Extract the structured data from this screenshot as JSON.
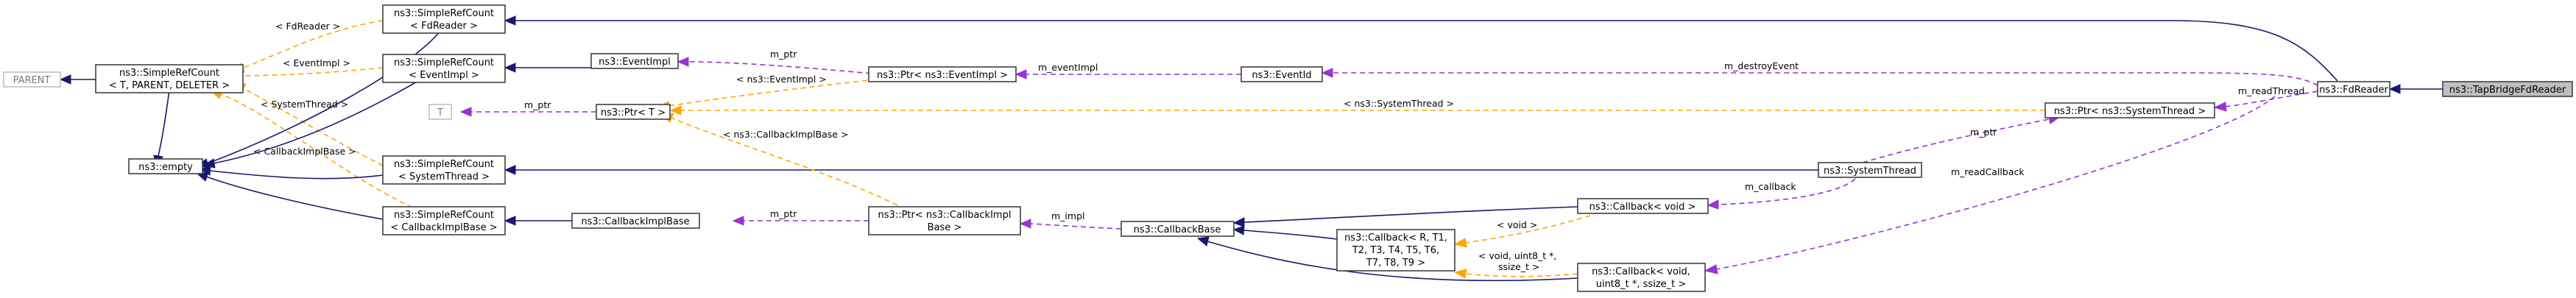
{
  "nodes": {
    "tap_bridge_fd_reader": [
      "ns3::TapBridgeFdReader"
    ],
    "fd_reader": [
      "ns3::FdReader"
    ],
    "src_fdreader": [
      "ns3::SimpleRefCount",
      "< FdReader >"
    ],
    "src_eventimpl": [
      "ns3::SimpleRefCount",
      "< EventImpl >"
    ],
    "src_generic": [
      "ns3::SimpleRefCount",
      "< T, PARENT, DELETER >"
    ],
    "parent": [
      "PARENT"
    ],
    "empty": [
      "ns3::empty"
    ],
    "t": [
      "T"
    ],
    "ptr_t": [
      "ns3::Ptr< T >"
    ],
    "event_impl": [
      "ns3::EventImpl"
    ],
    "ptr_eventimpl": [
      "ns3::Ptr< ns3::EventImpl >"
    ],
    "event_id": [
      "ns3::EventId"
    ],
    "ptr_systemthread": [
      "ns3::Ptr< ns3::SystemThread >"
    ],
    "system_thread": [
      "ns3::SystemThread"
    ],
    "src_systemthread": [
      "ns3::SimpleRefCount",
      "< SystemThread >"
    ],
    "src_callbackimplbase": [
      "ns3::SimpleRefCount",
      "< CallbackImplBase >"
    ],
    "callback_impl_base": [
      "ns3::CallbackImplBase"
    ],
    "ptr_callbackimplbase": [
      "ns3::Ptr< ns3::CallbackImpl",
      "Base >"
    ],
    "callback_base": [
      "ns3::CallbackBase"
    ],
    "callback_generic": [
      "ns3::Callback< R, T1,",
      "T2, T3, T4, T5, T6,",
      "T7, T8, T9 >"
    ],
    "callback_void": [
      "ns3::Callback< void >"
    ],
    "callback_void_uint8": [
      "ns3::Callback< void,",
      "uint8_t *, ssize_t >"
    ]
  },
  "edge_labels": {
    "fdreader": "< FdReader >",
    "eventimpl": "< EventImpl >",
    "systemthread": "< SystemThread >",
    "callbackimplbase": "< CallbackImplBase >",
    "m_ptr_eventimpl": "m_ptr",
    "m_eventimpl": "m_eventImpl",
    "m_destroyevent": "m_destroyEvent",
    "ptr_eventimpl_tmpl": "< ns3::EventImpl >",
    "m_ptr_t": "m_ptr",
    "ptr_systemthread_tmpl": "< ns3::SystemThread >",
    "m_readthread": "m_readThread",
    "m_ptr_systemthread": "m_ptr",
    "ptr_callbackimplbase_tmpl": "< ns3::CallbackImplBase >",
    "m_callback": "m_callback",
    "m_ptr_callbackimplbase": "m_ptr",
    "m_impl": "m_impl",
    "void_tmpl": "< void >",
    "void_uint8_tmpl_1": "< void, uint8_t *,",
    "void_uint8_tmpl_2": "ssize_t >",
    "m_readcallback": "m_readCallback"
  }
}
